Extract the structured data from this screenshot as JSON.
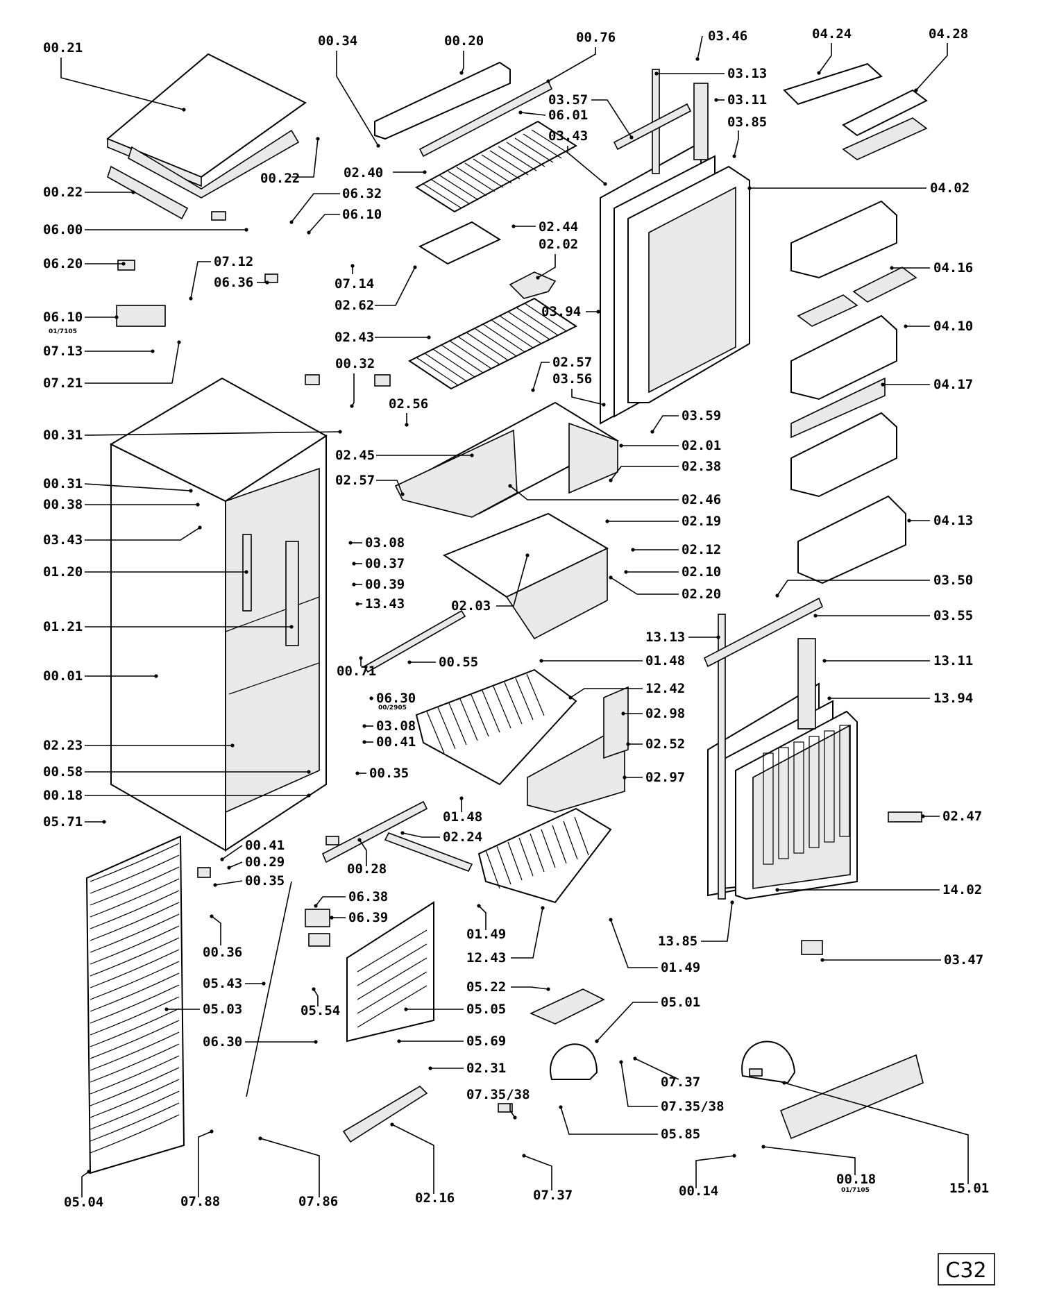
{
  "labels": [
    {
      "id": "00.21",
      "text": "00.21"
    },
    {
      "id": "00.34",
      "text": "00.34"
    },
    {
      "id": "00.20",
      "text": "00.20"
    },
    {
      "id": "00.76",
      "text": "00.76"
    },
    {
      "id": "03.46",
      "text": "03.46"
    },
    {
      "id": "04.24",
      "text": "04.24"
    },
    {
      "id": "04.28",
      "text": "04.28"
    },
    {
      "id": "03.13",
      "text": "03.13"
    },
    {
      "id": "03.57",
      "text": "03.57"
    },
    {
      "id": "03.11",
      "text": "03.11"
    },
    {
      "id": "06.01",
      "text": "06.01"
    },
    {
      "id": "03.43a",
      "text": "03.43"
    },
    {
      "id": "03.85",
      "text": "03.85"
    },
    {
      "id": "00.22a",
      "text": "00.22"
    },
    {
      "id": "02.40",
      "text": "02.40"
    },
    {
      "id": "00.22b",
      "text": "00.22"
    },
    {
      "id": "06.32",
      "text": "06.32"
    },
    {
      "id": "04.02",
      "text": "04.02"
    },
    {
      "id": "06.10a",
      "text": "06.10"
    },
    {
      "id": "06.00",
      "text": "06.00"
    },
    {
      "id": "02.44",
      "text": "02.44"
    },
    {
      "id": "02.02",
      "text": "02.02"
    },
    {
      "id": "06.20",
      "text": "06.20"
    },
    {
      "id": "07.12",
      "text": "07.12"
    },
    {
      "id": "04.16",
      "text": "04.16"
    },
    {
      "id": "06.36a",
      "text": "06.36"
    },
    {
      "id": "07.14",
      "text": "07.14"
    },
    {
      "id": "02.62",
      "text": "02.62"
    },
    {
      "id": "06.10b",
      "text": "06.10"
    },
    {
      "id": "03.94",
      "text": "03.94"
    },
    {
      "id": "04.10",
      "text": "04.10"
    },
    {
      "id": "02.43",
      "text": "02.43"
    },
    {
      "id": "07.13",
      "text": "07.13"
    },
    {
      "id": "00.32",
      "text": "00.32"
    },
    {
      "id": "02.57a",
      "text": "02.57"
    },
    {
      "id": "03.56",
      "text": "03.56"
    },
    {
      "id": "07.21",
      "text": "07.21"
    },
    {
      "id": "04.17",
      "text": "04.17"
    },
    {
      "id": "02.56",
      "text": "02.56"
    },
    {
      "id": "03.59",
      "text": "03.59"
    },
    {
      "id": "00.31a",
      "text": "00.31"
    },
    {
      "id": "02.01",
      "text": "02.01"
    },
    {
      "id": "02.45",
      "text": "02.45"
    },
    {
      "id": "02.38",
      "text": "02.38"
    },
    {
      "id": "00.31b",
      "text": "00.31"
    },
    {
      "id": "02.57b",
      "text": "02.57"
    },
    {
      "id": "00.38",
      "text": "00.38"
    },
    {
      "id": "02.46",
      "text": "02.46"
    },
    {
      "id": "04.13",
      "text": "04.13"
    },
    {
      "id": "02.19",
      "text": "02.19"
    },
    {
      "id": "03.43b",
      "text": "03.43"
    },
    {
      "id": "03.08a",
      "text": "03.08"
    },
    {
      "id": "02.12",
      "text": "02.12"
    },
    {
      "id": "00.37",
      "text": "00.37"
    },
    {
      "id": "01.20",
      "text": "01.20"
    },
    {
      "id": "02.10",
      "text": "02.10"
    },
    {
      "id": "00.39",
      "text": "00.39"
    },
    {
      "id": "03.50",
      "text": "03.50"
    },
    {
      "id": "13.43",
      "text": "13.43"
    },
    {
      "id": "02.20",
      "text": "02.20"
    },
    {
      "id": "02.03",
      "text": "02.03"
    },
    {
      "id": "03.55",
      "text": "03.55"
    },
    {
      "id": "01.21",
      "text": "01.21"
    },
    {
      "id": "13.13",
      "text": "13.13"
    },
    {
      "id": "01.48a",
      "text": "01.48"
    },
    {
      "id": "13.11",
      "text": "13.11"
    },
    {
      "id": "00.71",
      "text": "00.71"
    },
    {
      "id": "00.55",
      "text": "00.55"
    },
    {
      "id": "00.01",
      "text": "00.01"
    },
    {
      "id": "12.42",
      "text": "12.42"
    },
    {
      "id": "06.30a",
      "text": "06.30"
    },
    {
      "id": "13.94",
      "text": "13.94"
    },
    {
      "id": "02.98",
      "text": "02.98"
    },
    {
      "id": "03.08b",
      "text": "03.08"
    },
    {
      "id": "00.41a",
      "text": "00.41"
    },
    {
      "id": "02.23",
      "text": "02.23"
    },
    {
      "id": "02.52",
      "text": "02.52"
    },
    {
      "id": "00.35a",
      "text": "00.35"
    },
    {
      "id": "00.58",
      "text": "00.58"
    },
    {
      "id": "02.97",
      "text": "02.97"
    },
    {
      "id": "00.18a",
      "text": "00.18"
    },
    {
      "id": "01.48b",
      "text": "01.48"
    },
    {
      "id": "02.47",
      "text": "02.47"
    },
    {
      "id": "05.71",
      "text": "05.71"
    },
    {
      "id": "02.24",
      "text": "02.24"
    },
    {
      "id": "00.41b",
      "text": "00.41"
    },
    {
      "id": "00.29",
      "text": "00.29"
    },
    {
      "id": "00.28",
      "text": "00.28"
    },
    {
      "id": "00.35b",
      "text": "00.35"
    },
    {
      "id": "14.02",
      "text": "14.02"
    },
    {
      "id": "06.38",
      "text": "06.38"
    },
    {
      "id": "06.39",
      "text": "06.39"
    },
    {
      "id": "01.49a",
      "text": "01.49"
    },
    {
      "id": "13.85",
      "text": "13.85"
    },
    {
      "id": "00.36",
      "text": "00.36"
    },
    {
      "id": "12.43",
      "text": "12.43"
    },
    {
      "id": "01.49b",
      "text": "01.49"
    },
    {
      "id": "03.47",
      "text": "03.47"
    },
    {
      "id": "05.43",
      "text": "05.43"
    },
    {
      "id": "05.22",
      "text": "05.22"
    },
    {
      "id": "05.01",
      "text": "05.01"
    },
    {
      "id": "05.03",
      "text": "05.03"
    },
    {
      "id": "05.54",
      "text": "05.54"
    },
    {
      "id": "05.05",
      "text": "05.05"
    },
    {
      "id": "06.30b",
      "text": "06.30"
    },
    {
      "id": "05.69",
      "text": "05.69"
    },
    {
      "id": "02.31",
      "text": "02.31"
    },
    {
      "id": "07.37a",
      "text": "07.37"
    },
    {
      "id": "07.35/38a",
      "text": "07.35/38"
    },
    {
      "id": "07.35/38b",
      "text": "07.35/38"
    },
    {
      "id": "05.85",
      "text": "05.85"
    },
    {
      "id": "00.14",
      "text": "00.14"
    },
    {
      "id": "00.18b",
      "text": "00.18"
    },
    {
      "id": "15.01",
      "text": "15.01"
    },
    {
      "id": "05.04",
      "text": "05.04"
    },
    {
      "id": "07.88",
      "text": "07.88"
    },
    {
      "id": "07.86",
      "text": "07.86"
    },
    {
      "id": "02.16",
      "text": "02.16"
    },
    {
      "id": "07.37b",
      "text": "07.37"
    }
  ],
  "sublabels": [
    {
      "id": "s1",
      "text": "01/7105"
    },
    {
      "id": "s2",
      "text": "00/2905"
    },
    {
      "id": "s3",
      "text": "01/7105"
    }
  ],
  "page_ref": "C32"
}
